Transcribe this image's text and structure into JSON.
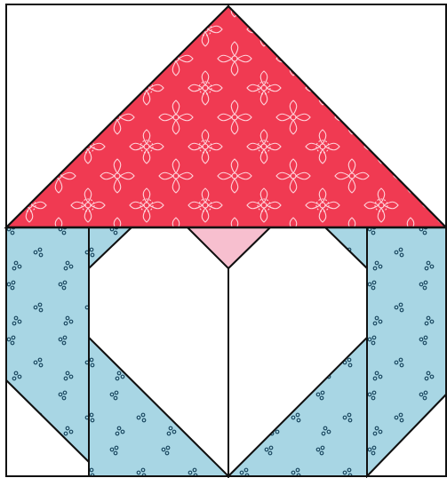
{
  "quilt_block": {
    "colors": {
      "background": "#ffffff",
      "roof": "#f03a52",
      "roof_motif": "#ffd4dc",
      "sky_blue": "#a8d6e4",
      "dots": "#1d4b63",
      "pink_accent": "#f7bfcf",
      "outline": "#111111"
    },
    "pieces": [
      "roof-triangle",
      "left-side-strip",
      "right-side-strip",
      "heart-left-lobe",
      "heart-right-lobe",
      "heart-center-pink-triangle",
      "left-lower-half-square",
      "right-lower-half-square"
    ],
    "patterns": {
      "roof": "four-petal-flower",
      "blue": "tiny-dot-clusters"
    }
  }
}
